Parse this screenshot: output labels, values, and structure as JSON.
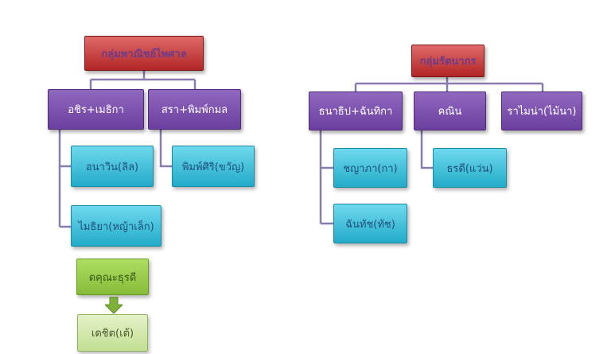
{
  "left_group": {
    "title": "กลุ่มพาณิชย์ไพศาล",
    "branches": [
      {
        "label": "อชิร+เมธิกา",
        "children": [
          "อนาวิน(ลิล)",
          "ไมธิยา(หญ้าเล็ก)"
        ]
      },
      {
        "label": "สรา+พิมพ์กมล",
        "children": [
          "พิมพ์ศิริ(ขวัญ)"
        ]
      }
    ],
    "extra": [
      "ตคุณะธุรดี",
      "เดชิต(เต้)"
    ]
  },
  "right_group": {
    "title": "กลุ่มรัตนากร",
    "branches": [
      {
        "label": "ธนาธิป+ฉันทิกา",
        "children": [
          "ชญาภา(กา)",
          "ฉันทัช(ทัช)"
        ]
      },
      {
        "label": "คณิน",
        "children": [
          "ธรตี(แว่น)"
        ]
      },
      {
        "label": "ราไมน่า(ไม้นา)",
        "children": []
      }
    ]
  },
  "colors": {
    "root": "#c23131",
    "branch": "#7a50ae",
    "leaf": "#3dbfd9",
    "extra_top": "#99cc4c",
    "extra_bottom": "#d6ebb0",
    "connector": "#8a7bb0"
  }
}
